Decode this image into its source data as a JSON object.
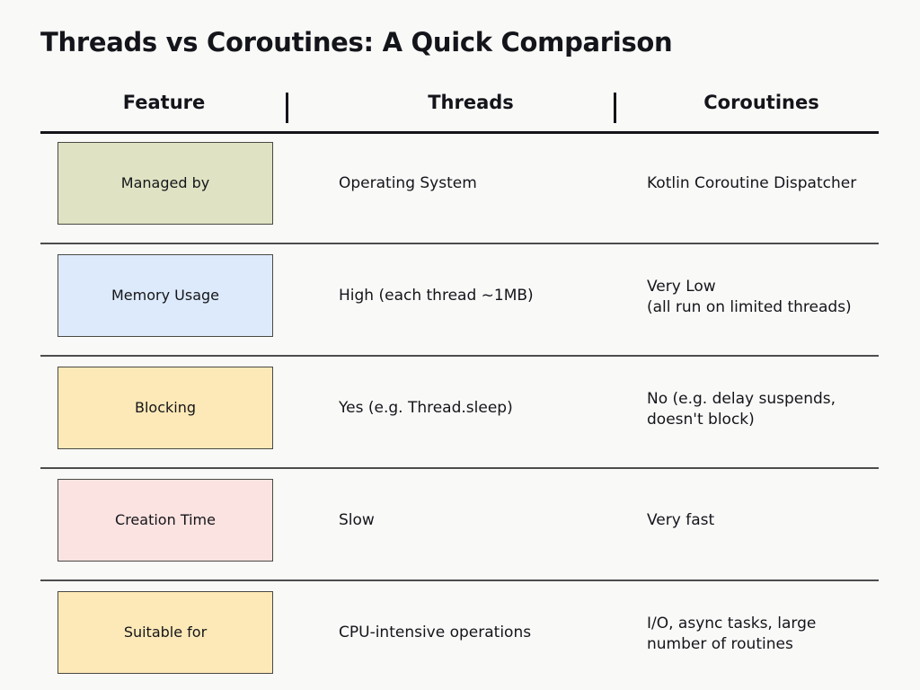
{
  "title": "Threads vs Coroutines: A Quick Comparison",
  "header": {
    "feature": "Feature",
    "threads": "Threads",
    "coroutines": "Coroutines",
    "separator": "|"
  },
  "colors": {
    "background": "#f9f9f8",
    "text": "#14151a",
    "rule": "#14151a",
    "divider": "#4d4d4d",
    "box_border": "#4a4a44",
    "box_green": "#dfe3c3",
    "box_blue": "#ddeafb",
    "box_yellow": "#fde9b7",
    "box_pink": "#fbe3e1",
    "box_yellow2": "#fde9b7"
  },
  "rows": [
    {
      "feature": "Managed by",
      "box_color": "#dfe3c3",
      "threads": "Operating System",
      "threads_lines": 1,
      "coroutines": "Kotlin Coroutine Dispatcher",
      "coroutines_lines": 1
    },
    {
      "feature": "Memory Usage",
      "box_color": "#ddeafb",
      "threads": "High (each thread ~1MB)",
      "threads_lines": 1,
      "coroutines": "Very Low\n(all run on limited threads)",
      "coroutines_lines": 2
    },
    {
      "feature": "Blocking",
      "box_color": "#fde9b7",
      "threads": "Yes (e.g. Thread.sleep)",
      "threads_lines": 1,
      "coroutines": "No (e.g. delay suspends,\ndoesn't block)",
      "coroutines_lines": 2
    },
    {
      "feature": "Creation Time",
      "box_color": "#fbe3e1",
      "threads": "Slow",
      "threads_lines": 1,
      "coroutines": "Very fast",
      "coroutines_lines": 1
    },
    {
      "feature": "Suitable for",
      "box_color": "#fde9b7",
      "threads": "CPU-intensive operations",
      "threads_lines": 1,
      "coroutines": "I/O, async tasks, large\nnumber of routines",
      "coroutines_lines": 2
    }
  ]
}
